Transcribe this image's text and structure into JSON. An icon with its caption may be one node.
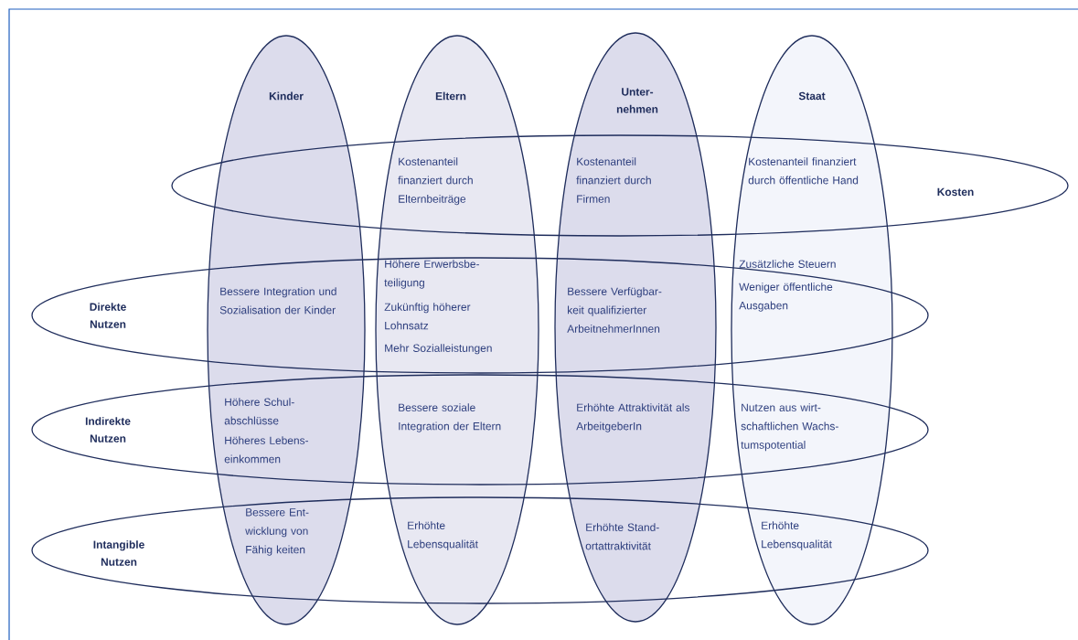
{
  "diagram": {
    "nodes": [
      {
        "text": [
          "Kinder"
        ]
      },
      {
        "text": [
          "Eltern"
        ]
      },
      {
        "text": [
          "Unter- nehmen"
        ]
      },
      {
        "text": [
          "Staat"
        ]
      },
      {
        "text": [
          "Kosten"
        ]
      },
      {
        "text": [
          "Direkte Nutzen"
        ]
      },
      {
        "text": [
          "Indirekte Nutzen"
        ]
      },
      {
        "text": [
          "Intangible Nutzen"
        ]
      }
    ],
    "labels": [
      "Kostenanteil finanziert durch Elternbeiträge",
      "Kostenanteil finanziert durch Firmen",
      "Kostenanteil finanziert durch öffentliche Hand",
      "Bessere Integration und Sozialisation der Kinder",
      "Höhere Erwerbsbe- teiligung",
      "Zukünftig höherer Lohnsatz",
      "Mehr Sozialleistungen",
      "Bessere Verfügbar- keit qualifizierter ArbeitnehmerInnen",
      "Zusätzliche Steuern",
      "Weniger öffentliche Ausgaben",
      "Höhere Schul- abschlüsse",
      "Höheres Lebens- einkommen",
      "Bessere soziale Integration der Eltern",
      "Erhöhte Attraktivität als ArbeitgeberIn",
      "Nutzen aus wirt- schaftlichen Wachs- tumspotential",
      "Bessere Ent- wicklung von Fähig keiten",
      "Erhöhte Lebensqualität",
      "Erhöhte Stand- ortattraktivität",
      "Erhöhte Lebensqualität"
    ]
  }
}
